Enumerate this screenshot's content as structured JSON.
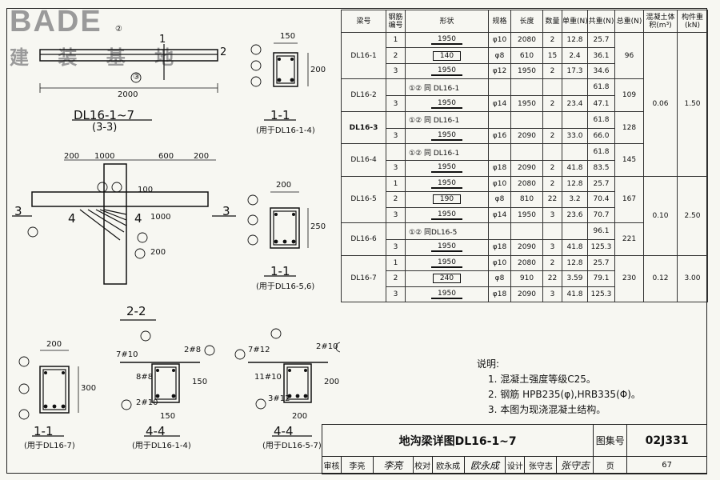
{
  "logo": {
    "brand": "BADE",
    "brand_cn": "建 装 基 地"
  },
  "drawings": {
    "elev_marker_2": "2",
    "elev_marker_1": "1",
    "elev_dim": "2000",
    "elev_circ_2": "②",
    "elev_circ_3": "③",
    "elev_title": "DL16-1~7",
    "elev_sub": "(3-3)",
    "sec11a_title": "1-1",
    "sec11a_note": "(用于DL16-1-4)",
    "sec11a_w": "150",
    "sec11a_h": "200",
    "sec11b_title": "1-1",
    "sec11b_note": "(用于DL16-5,6)",
    "sec11b_w": "200",
    "sec11b_h": "250",
    "sec11c_title": "1-1",
    "sec11c_note": "(用于DL16-7)",
    "sec11c_w": "200",
    "sec11c_h": "300",
    "sec22_title": "2-2",
    "sec22_dims": [
      "200",
      "1000",
      "600",
      "200"
    ],
    "sec22_vdims": [
      "100",
      "1000",
      "200"
    ],
    "sec22_mark3": "3",
    "sec22_mark4": "4",
    "sec44a_title": "4-4",
    "sec44a_note": "(用于DL16-1-4)",
    "sec44a_labels": [
      "7#10",
      "2#8",
      "8#8",
      "2#10",
      "150",
      "150"
    ],
    "sec44b_title": "4-4",
    "sec44b_note": "(用于DL16-5-7)",
    "sec44b_labels": [
      "7#12",
      "2#10",
      "11#10",
      "3#12",
      "200",
      "200"
    ]
  },
  "table": {
    "headers": [
      "梁号",
      "钢筋编号",
      "形状",
      "规格",
      "长度",
      "数量",
      "单重(N)",
      "共重(N)",
      "总重(N)",
      "混凝土体积(m³)",
      "构件重(kN)"
    ],
    "rows": [
      {
        "beam": "DL16-1",
        "no": "1",
        "shape": "1950",
        "spec": "φ10",
        "len": "2080",
        "qty": "2",
        "unit": "12.8",
        "total": "25.7"
      },
      {
        "no": "2",
        "shape": "140",
        "spec": "φ8",
        "len": "610",
        "qty": "15",
        "unit": "2.4",
        "total": "36.1"
      },
      {
        "no": "3",
        "shape": "1950",
        "spec": "φ12",
        "len": "1950",
        "qty": "2",
        "unit": "17.3",
        "total": "34.6"
      },
      {
        "beam": "DL16-2",
        "no": "",
        "shape": "①② 同 DL16-1",
        "spec": "",
        "len": "",
        "qty": "",
        "unit": "",
        "total": "61.8"
      },
      {
        "no": "3",
        "shape": "1950",
        "spec": "φ14",
        "len": "1950",
        "qty": "2",
        "unit": "23.4",
        "total": "47.1"
      },
      {
        "beam": "DL16-3",
        "no": "",
        "shape": "①② 同 DL16-1",
        "spec": "",
        "len": "",
        "qty": "",
        "unit": "",
        "total": "61.8"
      },
      {
        "no": "3",
        "shape": "1950",
        "spec": "φ16",
        "len": "2090",
        "qty": "2",
        "unit": "33.0",
        "total": "66.0"
      },
      {
        "beam": "DL16-4",
        "no": "",
        "shape": "①② 同 DL16-1",
        "spec": "",
        "len": "",
        "qty": "",
        "unit": "",
        "total": "61.8"
      },
      {
        "no": "3",
        "shape": "1950",
        "spec": "φ18",
        "len": "2090",
        "qty": "2",
        "unit": "41.8",
        "total": "83.5"
      },
      {
        "beam": "DL16-5",
        "no": "1",
        "shape": "1950",
        "spec": "φ10",
        "len": "2080",
        "qty": "2",
        "unit": "12.8",
        "total": "25.7"
      },
      {
        "no": "2",
        "shape": "190",
        "spec": "φ8",
        "len": "810",
        "qty": "22",
        "unit": "3.2",
        "total": "70.4"
      },
      {
        "no": "3",
        "shape": "1950",
        "spec": "φ14",
        "len": "1950",
        "qty": "3",
        "unit": "23.6",
        "total": "70.7"
      },
      {
        "beam": "DL16-6",
        "no": "",
        "shape": "①② 同DL16-5",
        "spec": "",
        "len": "",
        "qty": "",
        "unit": "",
        "total": "96.1"
      },
      {
        "no": "3",
        "shape": "1950",
        "spec": "φ18",
        "len": "2090",
        "qty": "3",
        "unit": "41.8",
        "total": "125.3"
      },
      {
        "beam": "DL16-7",
        "no": "1",
        "shape": "1950",
        "spec": "φ10",
        "len": "2080",
        "qty": "2",
        "unit": "12.8",
        "total": "25.7"
      },
      {
        "no": "2",
        "shape": "240",
        "spec": "φ8",
        "len": "910",
        "qty": "22",
        "unit": "3.59",
        "total": "79.1"
      },
      {
        "no": "3",
        "shape": "1950",
        "spec": "φ18",
        "len": "2090",
        "qty": "3",
        "unit": "41.8",
        "total": "125.3"
      }
    ],
    "totals": {
      "g1": "96",
      "g2": "109",
      "g3": "128",
      "g4": "145",
      "g5": "167",
      "g6": "221",
      "g7": "230"
    },
    "volumes": {
      "a": "0.06",
      "b": "0.10",
      "c": "0.12"
    },
    "weights": {
      "a": "1.50",
      "b": "2.50",
      "c": "3.00"
    }
  },
  "notes": {
    "title": "说明:",
    "items": [
      "1. 混凝土强度等级C25。",
      "2. 钢筋 HPB235(φ),HRB335(Φ)。",
      "3. 本图为现浇混凝土结构。"
    ]
  },
  "titleblock": {
    "title": "地沟梁详图DL16-1~7",
    "atlas_label": "图集号",
    "atlas_no": "02J331",
    "review_label": "审核",
    "reviewer": "李亮",
    "reviewer_sig": "李亮",
    "check_label": "校对",
    "checker": "欧永成",
    "checker_sig": "欧永成",
    "design_label": "设计",
    "designer": "张守志",
    "designer_sig": "张守志",
    "page_label": "页",
    "page_no": "67"
  }
}
